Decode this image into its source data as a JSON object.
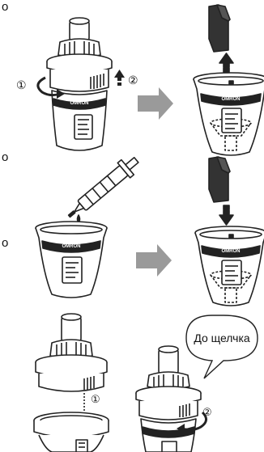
{
  "figure": {
    "steps": {
      "step1": "①",
      "step2": "②"
    },
    "brand": "OMRON",
    "edge_letters": [
      "o",
      "o"
    ],
    "callout": "До щелчка"
  }
}
